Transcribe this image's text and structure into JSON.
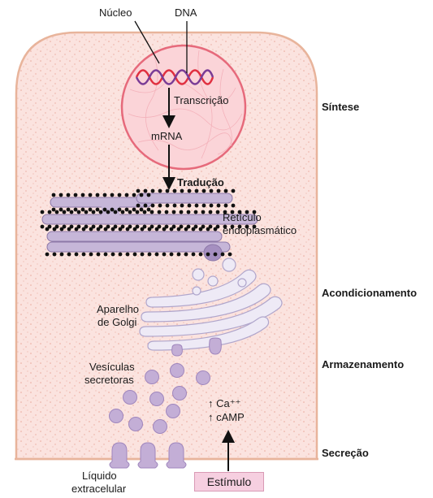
{
  "labels": {
    "nucleus": "Núcleo",
    "dna": "DNA",
    "transcription": "Transcrição",
    "mrna": "mRNA",
    "translation": "Tradução",
    "er_line1": "Retículo",
    "er_line2": "endoplasmático",
    "golgi_line1": "Aparelho",
    "golgi_line2": "de Golgi",
    "vesicles_line1": "Vesículas",
    "vesicles_line2": "secretoras",
    "calcium": "↑ Ca⁺⁺",
    "camp": "↑ cAMP",
    "extracellular_line1": "Líquido",
    "extracellular_line2": "extracelular",
    "stimulus": "Estímulo"
  },
  "stages": {
    "synthesis": "Síntese",
    "packaging": "Acondicionamento",
    "storage": "Armazenamento",
    "secretion": "Secreção"
  },
  "colors": {
    "cell_fill": "#fbe3df",
    "cell_border": "#e8b49b",
    "nucleus_fill": "#fbd4d8",
    "nucleus_border": "#e66a7b",
    "dna_red": "#e03040",
    "dna_purple": "#7a3c96",
    "er_fill": "#c6b6d8",
    "er_border": "#8d78a8",
    "ribosome": "#111111",
    "golgi_fill": "#eeeaf6",
    "golgi_border": "#b0a6cc",
    "vesicle_fill": "#c3aed6",
    "vesicle_border": "#9f86bd",
    "stimulus_fill": "#f6cfe0"
  }
}
